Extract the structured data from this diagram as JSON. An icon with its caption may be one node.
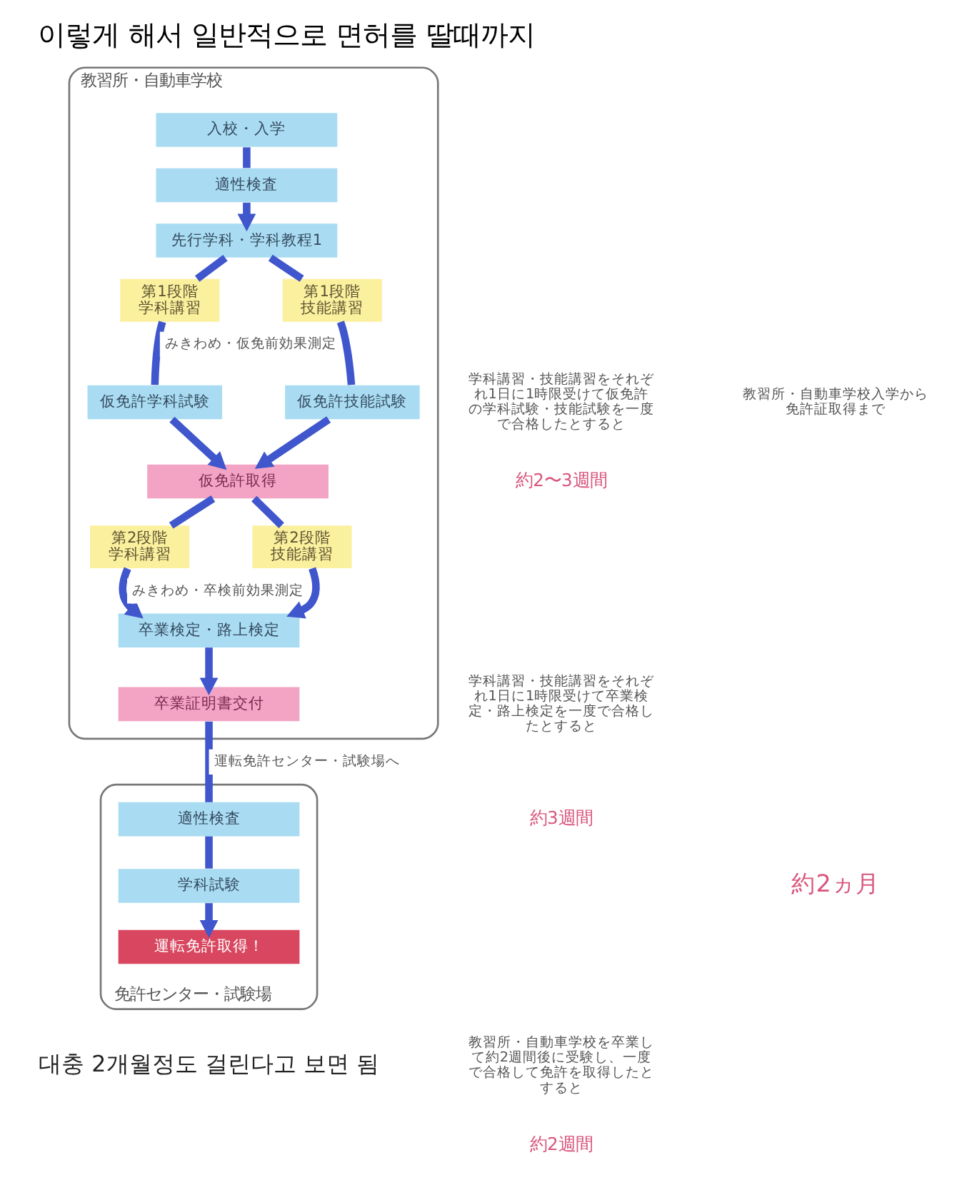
{
  "diagram": {
    "title": "이렇게 해서 일반적으로 면허를 딸때까지",
    "caption": "대충 2개월정도 걸린다고 보면 됨",
    "nodes": [
      {
        "text": [
          "教習所・自動車学校"
        ]
      },
      {
        "text": [
          "入校・入学"
        ],
        "in": 0
      },
      {
        "text": [
          "適性検査"
        ],
        "in": 0
      },
      {
        "text": [
          "先行学科・学科教程1"
        ],
        "in": 0
      },
      {
        "text": [
          "第1段階",
          "学科講習"
        ],
        "in": 0
      },
      {
        "text": [
          "第1段階",
          "技能講習"
        ],
        "in": 0
      },
      {
        "text": [
          "仮免許学科試験"
        ],
        "in": 0
      },
      {
        "text": [
          "仮免許技能試験"
        ],
        "in": 0
      },
      {
        "text": [
          "仮免許取得"
        ],
        "in": 0
      },
      {
        "text": [
          "第2段階",
          "学科講習"
        ],
        "in": 0
      },
      {
        "text": [
          "第2段階",
          "技能講習"
        ],
        "in": 0
      },
      {
        "text": [
          "卒業検定・路上検定"
        ],
        "in": 0
      },
      {
        "text": [
          "卒業証明書交付"
        ],
        "in": 0
      },
      {
        "text": [
          "免許センター・試験場"
        ]
      },
      {
        "text": [
          "適性検査"
        ],
        "in": 13
      },
      {
        "text": [
          "学科試験"
        ],
        "in": 13
      },
      {
        "text": [
          "運転免許取得！"
        ],
        "in": 13
      }
    ],
    "edges": [
      {
        "from": 1,
        "to": 2,
        "arrow": "none"
      },
      {
        "from": 2,
        "to": 3,
        "arrow": "to"
      },
      {
        "from": 3,
        "to": 4,
        "arrow": "none"
      },
      {
        "from": 3,
        "to": 5,
        "arrow": "none"
      },
      {
        "from": 4,
        "to": 6,
        "arrow": "none",
        "label": "みきわめ・仮免前効果測定"
      },
      {
        "from": 5,
        "to": 7,
        "arrow": "none"
      },
      {
        "from": 6,
        "to": 8,
        "arrow": "to"
      },
      {
        "from": 7,
        "to": 8,
        "arrow": "to"
      },
      {
        "from": 8,
        "to": 9,
        "arrow": "none"
      },
      {
        "from": 8,
        "to": 10,
        "arrow": "none"
      },
      {
        "from": 9,
        "to": 11,
        "arrow": "to",
        "label": "みきわめ・卒検前効果測定"
      },
      {
        "from": 10,
        "to": 11,
        "arrow": "to"
      },
      {
        "from": 11,
        "to": 12,
        "arrow": "to"
      },
      {
        "from": 12,
        "to": 14,
        "arrow": "none",
        "label": "運転免許センター・試験場へ"
      },
      {
        "from": 14,
        "to": 15,
        "arrow": "none"
      },
      {
        "from": 15,
        "to": 16,
        "arrow": "to"
      }
    ],
    "labels": [
      "学科講習・技能講習をそれぞれ1日に1時限受けて仮免許の学科試験・技能試験を一度で合格したとすると",
      "約2〜3週間",
      "学科講習・技能講習をそれぞれ1日に1時限受けて卒業検定・路上検定を一度で合格したとすると",
      "約3週間",
      "教習所・自動車学校を卒業して約2週間後に受験し、一度で合格して免許を取得したとすると",
      "約2週間",
      "教習所・自動車学校入学から免許証取得まで",
      "約2ヵ月"
    ]
  }
}
